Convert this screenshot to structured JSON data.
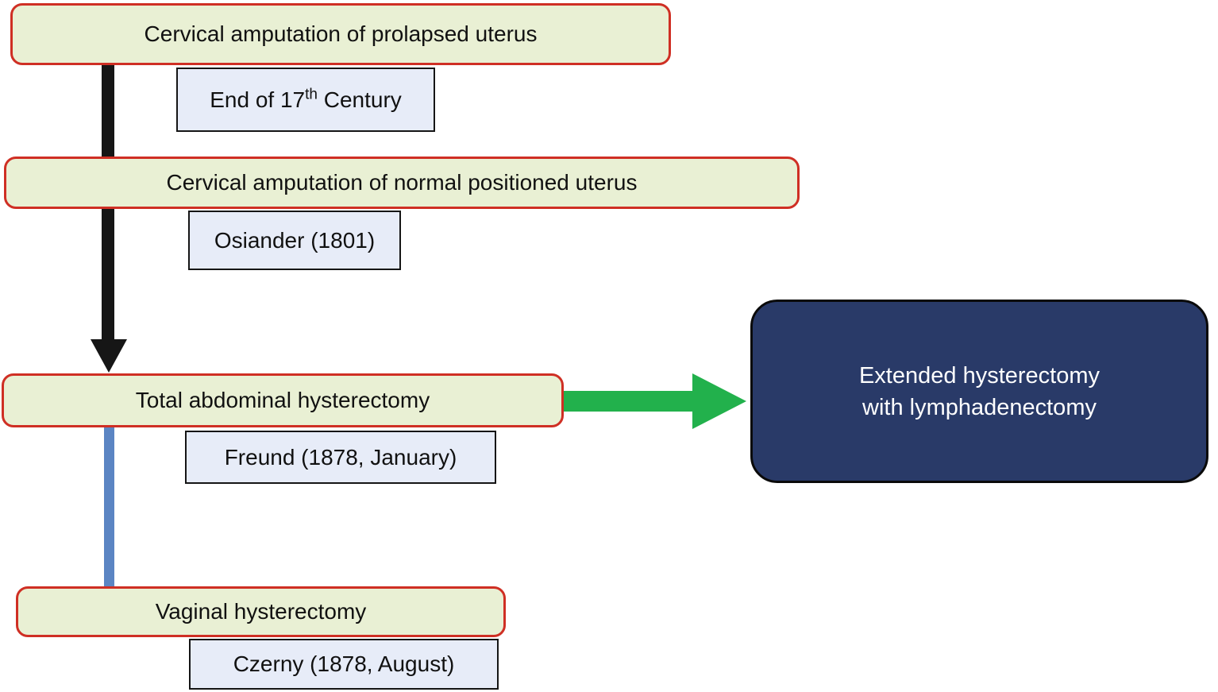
{
  "diagram": {
    "description": "History of hysterectomy flowchart",
    "stages": [
      {
        "label": "Cervical amputation of prolapsed uterus",
        "annotation_prefix": "End of 17",
        "annotation_sup": "th",
        "annotation_suffix": " Century"
      },
      {
        "label": "Cervical amputation of normal positioned uterus",
        "annotation": "Osiander (1801)"
      },
      {
        "label": "Total abdominal hysterectomy",
        "annotation": "Freund (1878, January)"
      },
      {
        "label": "Vaginal hysterectomy",
        "annotation": "Czerny (1878, August)"
      }
    ],
    "extended_box": {
      "line1": "Extended hysterectomy",
      "line2": "with lymphadenectomy"
    },
    "icons": {
      "black_down_arrow": "thick filled downward arrow (timeline)",
      "blue_connector": "vertical blue connector line",
      "green_right_arrow": "thick filled rightward arrow"
    }
  },
  "colors": {
    "stage_fill": "#e9f0d4",
    "stage_border": "#cf2f24",
    "note_fill": "#e7ecf8",
    "note_border": "#151515",
    "extended_fill": "#293a68",
    "extended_text": "#ffffff",
    "arrow_black": "#161616",
    "arrow_green": "#22b14c",
    "connector_blue": "#5b85c3"
  }
}
